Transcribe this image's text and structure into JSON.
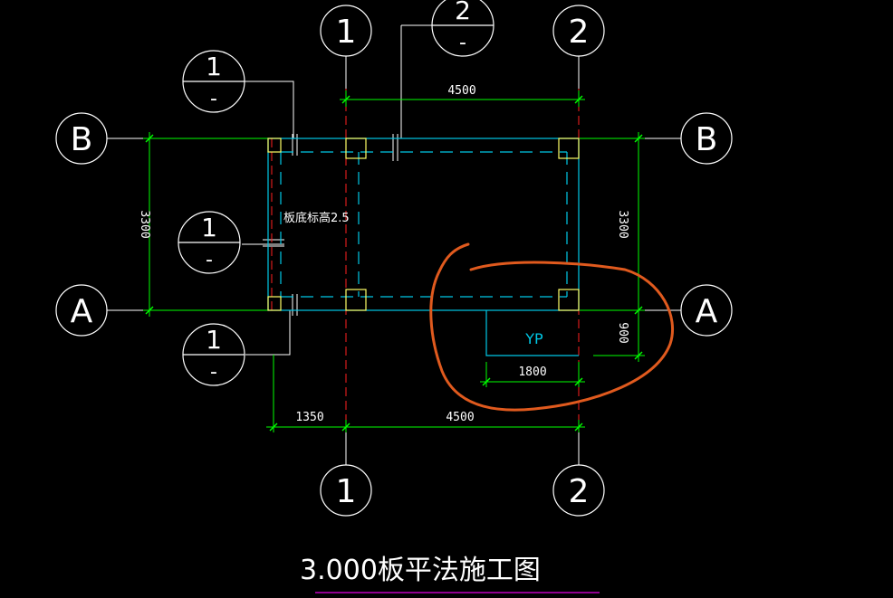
{
  "grid_labels": {
    "axis_1": "1",
    "axis_2": "2",
    "axis_a": "A",
    "axis_b": "B"
  },
  "section_marks": {
    "mark_1_number": "1",
    "mark_2_number": "2",
    "dash": "-"
  },
  "dimensions": {
    "top_span": "4500",
    "bottom_span_left": "1350",
    "bottom_span_right": "4500",
    "left_height": "3300",
    "right_height": "3300",
    "canopy_depth": "900",
    "canopy_width": "1800"
  },
  "annotations": {
    "slab_bottom_elevation": "板底标高2.5",
    "canopy_label": "YP"
  },
  "title": "3.000板平法施工图",
  "colors": {
    "background": "#000000",
    "axis_line": "#ffffff",
    "dimension": "#00ff00",
    "slab_outline": "#00c8e6",
    "column": "#ffff66",
    "grid_red": "#ff2020",
    "markup": "#e05a1e",
    "title_underline": "#c000c0"
  }
}
